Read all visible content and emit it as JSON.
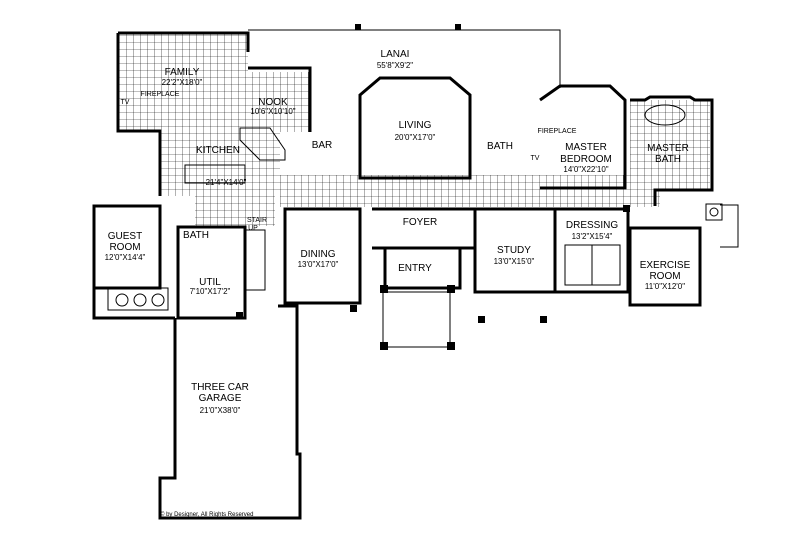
{
  "rooms": {
    "lanai": {
      "name": "LANAI",
      "dim": "55'8\"X9'2\""
    },
    "family": {
      "name": "FAMILY",
      "dim": "22'2\"X18'0\""
    },
    "nook": {
      "name": "NOOK",
      "dim": "10'6\"X10'10\""
    },
    "kitchen": {
      "name": "KITCHEN",
      "dim": "21'4\"X14'0\""
    },
    "bar": {
      "name": "BAR"
    },
    "living": {
      "name": "LIVING",
      "dim": "20'0\"X17'0\""
    },
    "master_bedroom": {
      "name1": "MASTER",
      "name2": "BEDROOM",
      "dim": "14'0\"X22'10\""
    },
    "master_bath": {
      "name1": "MASTER",
      "name2": "BATH"
    },
    "guest_room": {
      "name1": "GUEST",
      "name2": "ROOM",
      "dim": "12'0\"X14'4\""
    },
    "guest_bath": {
      "name": "BATH"
    },
    "master_bath_small": {
      "name": "BATH"
    },
    "util": {
      "name": "UTIL",
      "dim": "7'10\"X17'2\""
    },
    "dining": {
      "name": "DINING",
      "dim": "13'0\"X17'0\""
    },
    "foyer": {
      "name": "FOYER"
    },
    "entry": {
      "name": "ENTRY"
    },
    "study": {
      "name": "STUDY",
      "dim": "13'0\"X15'0\""
    },
    "dressing": {
      "name": "DRESSING",
      "dim": "13'2\"X15'4\""
    },
    "exercise": {
      "name1": "EXERCISE",
      "name2": "ROOM",
      "dim": "11'0\"X12'0\""
    },
    "garage": {
      "name1": "THREE CAR",
      "name2": "GARAGE",
      "dim": "21'0\"X38'0\""
    }
  },
  "fixtures": {
    "fireplace_family": "FIREPLACE",
    "tv_family": "TV",
    "fireplace_master": "FIREPLACE",
    "tv_master": "TV",
    "stair_up": "STAIR",
    "up": "UP"
  },
  "copyright": "© by Designer, All Rights Reserved"
}
